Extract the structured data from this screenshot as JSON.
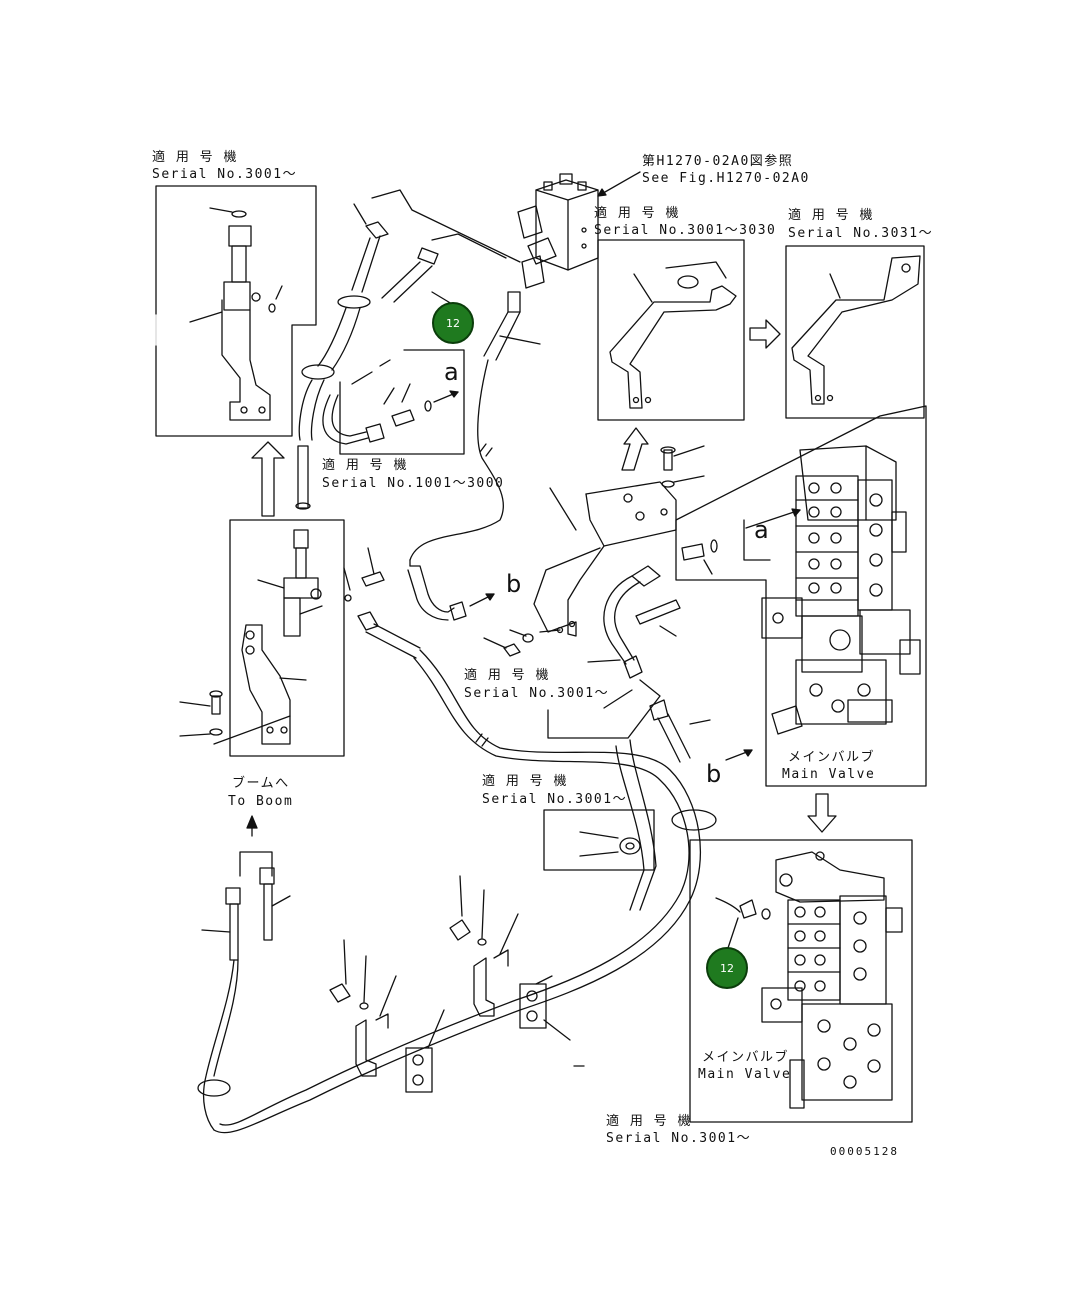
{
  "labels": {
    "serial_3001_top": {
      "jp": "適 用 号 機",
      "en": "Serial No.3001～"
    },
    "see_fig": {
      "jp": "第H1270-02A0図参照",
      "en": "See Fig.H1270-02A0"
    },
    "serial_3001_3030": {
      "jp": "適 用 号 機",
      "en": "Serial No.3001～3030"
    },
    "serial_3031": {
      "jp": "適 用 号 機",
      "en": "Serial No.3031～"
    },
    "serial_1001_3000": {
      "jp": "適 用 号 機",
      "en": "Serial No.1001～3000"
    },
    "serial_3001_mid": {
      "jp": "適 用 号 機",
      "en": "Serial No.3001～"
    },
    "serial_3001_low": {
      "jp": "適 用 号 機",
      "en": "Serial No.3001～"
    },
    "to_boom": {
      "jp": "ブームへ",
      "en": "To Boom"
    },
    "main_valve_upper": {
      "jp": "メインバルブ",
      "en": "Main Valve"
    },
    "main_valve_lower": {
      "jp": "メインバルブ",
      "en": "Main Valve"
    },
    "serial_3001_bottom": {
      "jp": "適 用 号 機",
      "en": "Serial No.3001～"
    }
  },
  "markers": {
    "a1": "a",
    "a2": "a",
    "b1": "b",
    "b2": "b"
  },
  "callouts": [
    {
      "number": "12"
    },
    {
      "number": "12"
    }
  ],
  "drawing_number": "00005128",
  "colors": {
    "callout_fill": "#1f7a1f",
    "line": "#111111"
  }
}
